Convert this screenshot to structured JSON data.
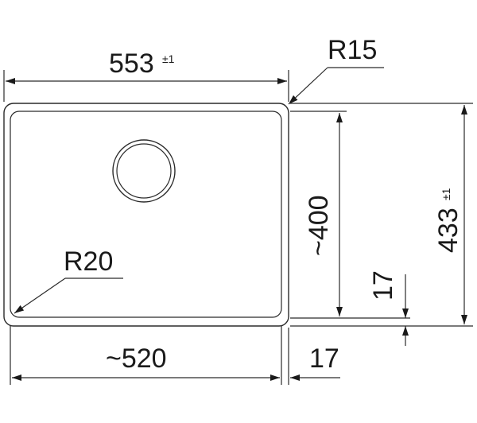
{
  "drawing": {
    "overall_width": {
      "value": "553",
      "tolerance": "±1"
    },
    "inner_width": "~520",
    "overall_height": {
      "value": "433",
      "tolerance": "±1"
    },
    "inner_height": "~400",
    "outer_corner_radius": "R15",
    "inner_corner_radius": "R20",
    "bottom_offset": "17",
    "right_offset": "17"
  }
}
